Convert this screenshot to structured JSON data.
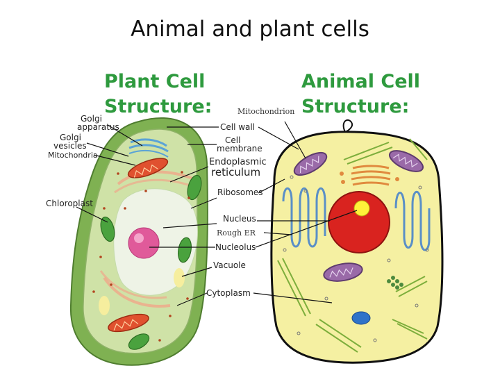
{
  "title": "Animal and plant cells",
  "plant_heading": [
    "Plant Cell",
    "Structure:"
  ],
  "animal_heading": [
    "Animal Cell",
    "Structure:"
  ],
  "left_labels": {
    "golgi_apparatus": [
      "Golgi",
      "apparatus"
    ],
    "golgi_vesicles": [
      "Golgi",
      "vesicles"
    ],
    "mitochondria": "Mitochondria",
    "chloroplast": "Chloroplast"
  },
  "center_labels": {
    "cell_wall": "Cell wall",
    "cell_membrane": [
      "Cell",
      "membrane"
    ],
    "endoplasmic_reticulum": [
      "Endoplasmic",
      "reticulum"
    ],
    "ribosomes": "Ribosomes",
    "nucleus": "Nucleus",
    "rough_er": "Rough ER",
    "nucleolus": "Nucleolus",
    "vacuole": "Vacuole",
    "cytoplasm": "Cytoplasm"
  },
  "animal_labels": {
    "mitochondrion": "Mitochondrion"
  },
  "colors": {
    "heading_green": "#2e9a3e",
    "plant_wall": "#7fb152",
    "plant_cytoplasm": "#cfe2a7",
    "animal_cytoplasm": "#f5f0a2",
    "animal_membrane": "#111111",
    "nucleus_red": "#d9231f",
    "nucleolus_yellow": "#fff23a",
    "mitochondria_purple": "#8a5a9a",
    "er_blue": "#5a8fc7",
    "chloroplast_green": "#4aa23e"
  }
}
